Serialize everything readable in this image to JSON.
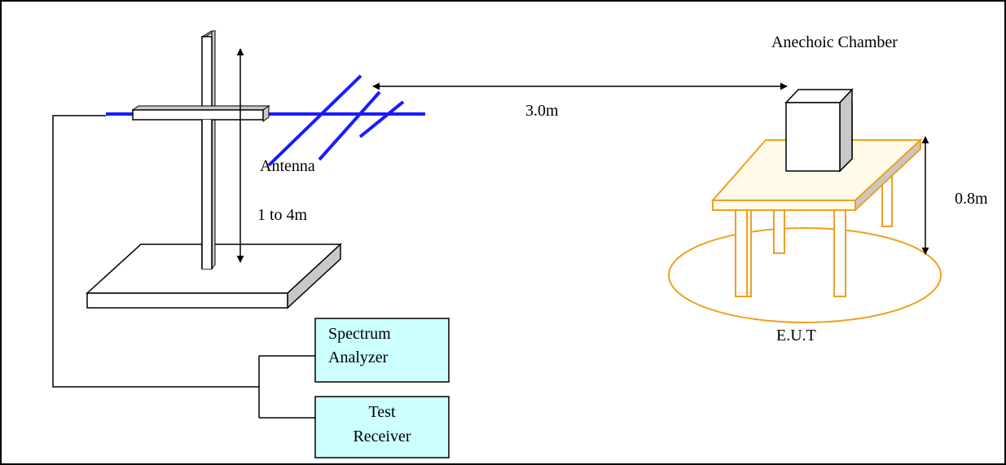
{
  "labels": {
    "chamber": "Anechoic Chamber",
    "distance": "3.0m",
    "antenna": "Antenna",
    "height_range": "1 to 4m",
    "table_height": "0.8m",
    "eut": "E.U.T"
  },
  "boxes": {
    "spectrum_analyzer": {
      "line1": "Spectrum",
      "line2": "Analyzer"
    },
    "test_receiver": {
      "line1": "Test",
      "line2": "Receiver"
    }
  },
  "colors": {
    "antenna": "#1a1aff",
    "table": "#f0a020",
    "box_fill": "#ccffff",
    "side_gray": "#c8c8c8"
  }
}
